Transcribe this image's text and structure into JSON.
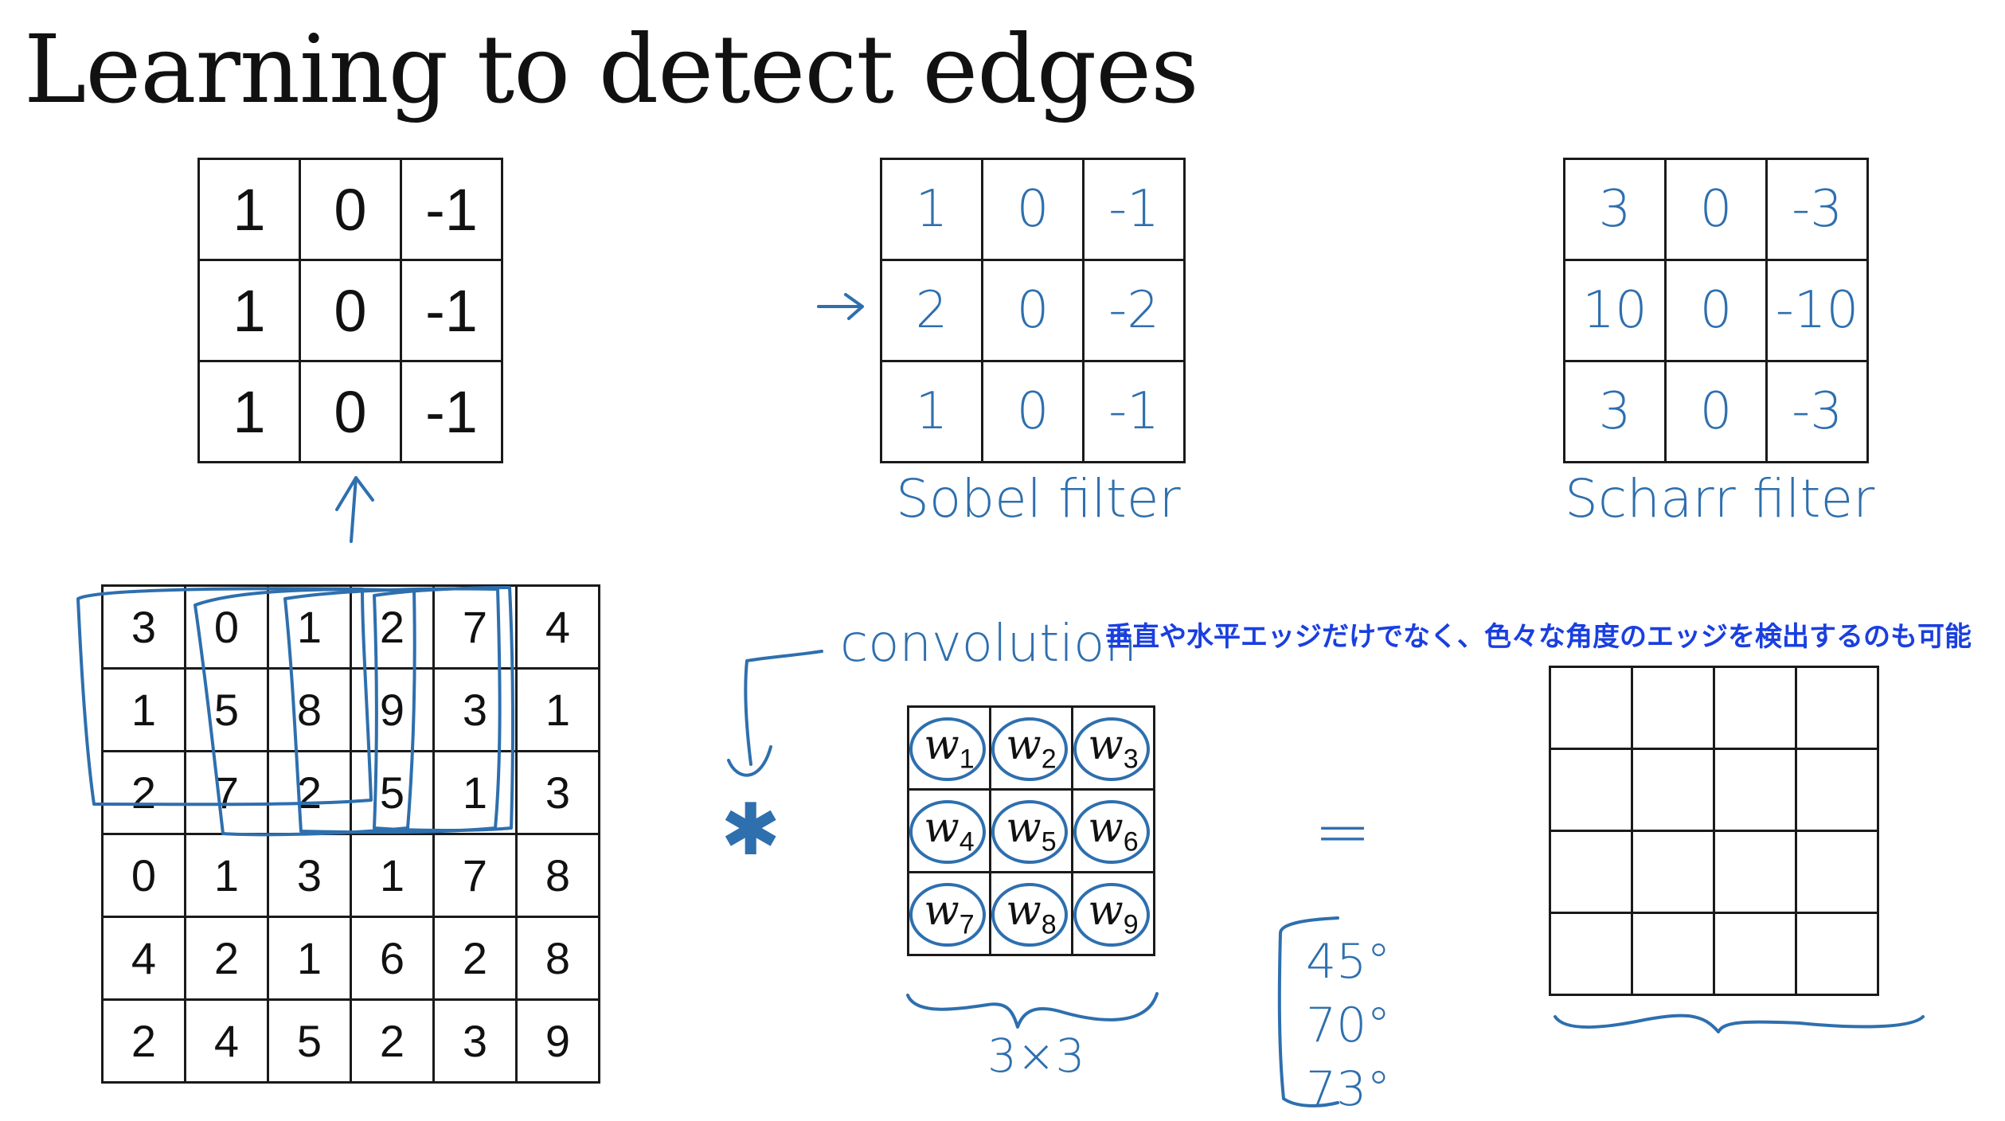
{
  "slide": {
    "title": "Learning to detect edges",
    "caption_overlay": "垂直や水平エッジだけでなく、色々な角度のエッジを検出するのも可能",
    "caption_color": "#1a3fe0",
    "ink_color": "#2e6fae"
  },
  "vertical_filter": {
    "rows": [
      [
        "1",
        "0",
        "-1"
      ],
      [
        "1",
        "0",
        "-1"
      ],
      [
        "1",
        "0",
        "-1"
      ]
    ]
  },
  "sobel_filter": {
    "label": "Sobel filter",
    "rows": [
      [
        "1",
        "0",
        "-1"
      ],
      [
        "2",
        "0",
        "-2"
      ],
      [
        "1",
        "0",
        "-1"
      ]
    ]
  },
  "scharr_filter": {
    "label": "Scharr filter",
    "rows": [
      [
        "3",
        "0",
        "-3"
      ],
      [
        "10",
        "0",
        "-10"
      ],
      [
        "3",
        "0",
        "-3"
      ]
    ]
  },
  "input_image": {
    "rows": [
      [
        "3",
        "0",
        "1",
        "2",
        "7",
        "4"
      ],
      [
        "1",
        "5",
        "8",
        "9",
        "3",
        "1"
      ],
      [
        "2",
        "7",
        "2",
        "5",
        "1",
        "3"
      ],
      [
        "0",
        "1",
        "3",
        "1",
        "7",
        "8"
      ],
      [
        "4",
        "2",
        "1",
        "6",
        "2",
        "8"
      ],
      [
        "2",
        "4",
        "5",
        "2",
        "3",
        "9"
      ]
    ]
  },
  "convolution": {
    "label": "convolution",
    "operator": "✱",
    "equals": "="
  },
  "weights": {
    "rows": [
      [
        {
          "w": "w",
          "i": "1"
        },
        {
          "w": "w",
          "i": "2"
        },
        {
          "w": "w",
          "i": "3"
        }
      ],
      [
        {
          "w": "w",
          "i": "4"
        },
        {
          "w": "w",
          "i": "5"
        },
        {
          "w": "w",
          "i": "6"
        }
      ],
      [
        {
          "w": "w",
          "i": "7"
        },
        {
          "w": "w",
          "i": "8"
        },
        {
          "w": "w",
          "i": "9"
        }
      ]
    ],
    "size_label": "3×3"
  },
  "angles": [
    "45°",
    "70°",
    "73°"
  ],
  "output": {
    "rows": 4,
    "cols": 4
  }
}
